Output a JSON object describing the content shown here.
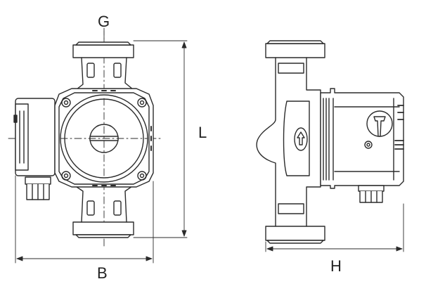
{
  "dimensions": {
    "g": "G",
    "l": "L",
    "b": "B",
    "h": "H"
  },
  "colors": {
    "stroke": "#2b2b2b",
    "fill": "#ffffff"
  }
}
